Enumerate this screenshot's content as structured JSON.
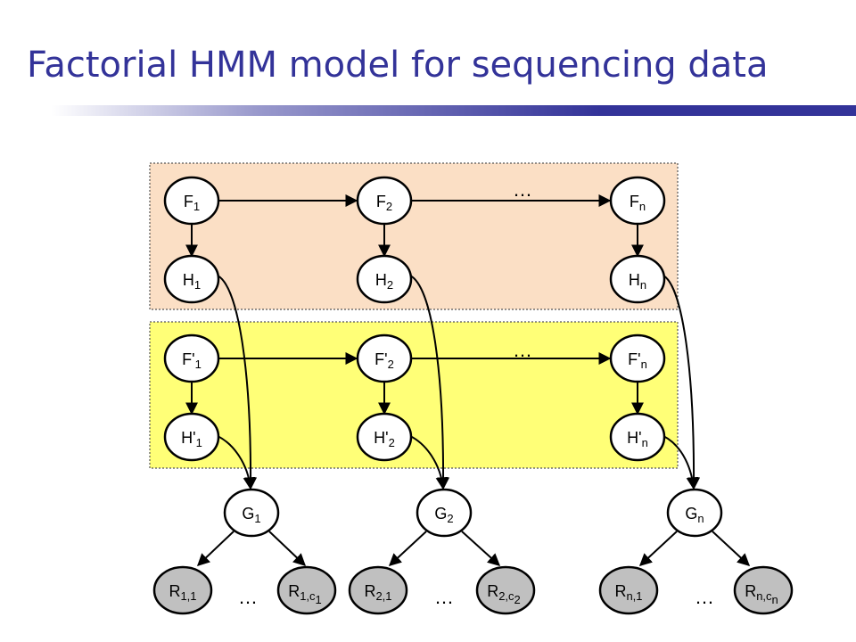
{
  "slide": {
    "title": "Factorial HMM model for sequencing data"
  },
  "colors": {
    "title": "#333399",
    "upper_band": "#fbdfc5",
    "lower_band": "#ffff77",
    "node_fill": "#ffffff",
    "read_fill": "#c0c0c0",
    "edge": "#000000"
  },
  "nodes": {
    "F": [
      {
        "base": "F",
        "sub": "1"
      },
      {
        "base": "F",
        "sub": "2"
      },
      {
        "base": "F",
        "sub": "n"
      }
    ],
    "H": [
      {
        "base": "H",
        "sub": "1"
      },
      {
        "base": "H",
        "sub": "2"
      },
      {
        "base": "H",
        "sub": "n"
      }
    ],
    "Fp": [
      {
        "base": "F'",
        "sub": "1"
      },
      {
        "base": "F'",
        "sub": "2"
      },
      {
        "base": "F'",
        "sub": "n"
      }
    ],
    "Hp": [
      {
        "base": "H'",
        "sub": "1"
      },
      {
        "base": "H'",
        "sub": "2"
      },
      {
        "base": "H'",
        "sub": "n"
      }
    ],
    "G": [
      {
        "base": "G",
        "sub": "1"
      },
      {
        "base": "G",
        "sub": "2"
      },
      {
        "base": "G",
        "sub": "n"
      }
    ],
    "R": [
      {
        "base": "R",
        "sub": "1,1"
      },
      {
        "base": "R",
        "sub": "1,c",
        "subsub": "1"
      },
      {
        "base": "R",
        "sub": "2,1"
      },
      {
        "base": "R",
        "sub": "2,c",
        "subsub": "2"
      },
      {
        "base": "R",
        "sub": "n,1"
      },
      {
        "base": "R",
        "sub": "n,c",
        "subsub": "n"
      }
    ]
  },
  "ellipsis": "…"
}
